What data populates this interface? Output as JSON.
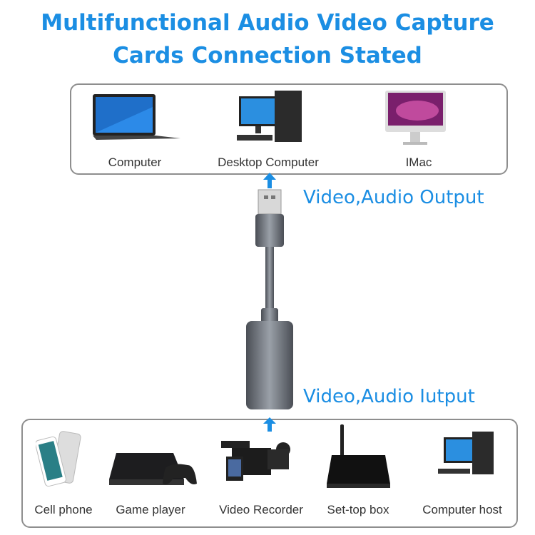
{
  "title": {
    "line1": "Multifunctional Audio Video Capture",
    "line2": "Cards Connection Stated"
  },
  "output_devices": [
    {
      "label": "Computer",
      "icon": "laptop-icon"
    },
    {
      "label": "Desktop Computer",
      "icon": "desktop-icon"
    },
    {
      "label": "IMac",
      "icon": "imac-icon"
    }
  ],
  "output_label": "Video,Audio Output",
  "input_label": "Video,Audio Iutput",
  "input_devices": [
    {
      "label": "Cell phone",
      "icon": "phone-icon"
    },
    {
      "label": "Game player",
      "icon": "console-icon"
    },
    {
      "label": "Video Recorder",
      "icon": "camcorder-icon"
    },
    {
      "label": "Set-top box",
      "icon": "settop-box-icon"
    },
    {
      "label": "Computer host",
      "icon": "desktop-icon"
    }
  ],
  "colors": {
    "accent": "#1b8ee3",
    "border": "#8e8e8e",
    "device": "#5a5e66"
  }
}
